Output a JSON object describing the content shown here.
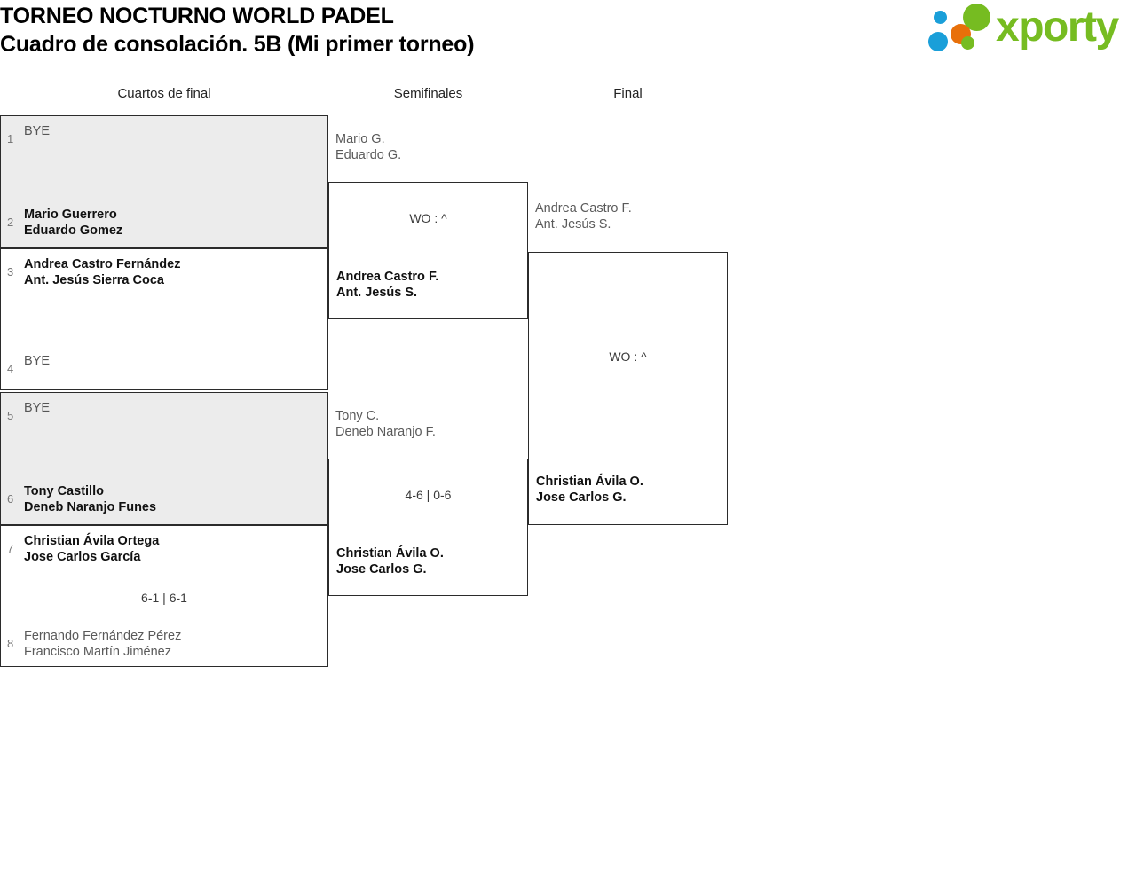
{
  "header": {
    "title_line1": "TORNEO NOCTURNO WORLD PADEL",
    "title_line2": "Cuadro de consolación. 5B (Mi primer torneo)",
    "logo_text": "xporty",
    "logo_colors": {
      "green": "#76bc21",
      "blue": "#1a9fd9",
      "orange": "#e8700a"
    }
  },
  "rounds": [
    {
      "label": "Cuartos de final"
    },
    {
      "label": "Semifinales"
    },
    {
      "label": "Final"
    }
  ],
  "bracket": {
    "round1": [
      {
        "match_id": "r1-m1",
        "score": "",
        "shaded": true,
        "entries": [
          {
            "seed": "1",
            "line1": "BYE",
            "line2": "",
            "state": "bye"
          },
          {
            "seed": "2",
            "line1": "Mario Guerrero",
            "line2": "Eduardo Gomez",
            "state": "winner"
          }
        ]
      },
      {
        "match_id": "r1-m2",
        "score": "",
        "shaded": false,
        "entries": [
          {
            "seed": "3",
            "line1": "Andrea Castro Fernández",
            "line2": "Ant. Jesús Sierra Coca",
            "state": "winner"
          },
          {
            "seed": "4",
            "line1": "BYE",
            "line2": "",
            "state": "bye"
          }
        ]
      },
      {
        "match_id": "r1-m3",
        "score": "",
        "shaded": true,
        "entries": [
          {
            "seed": "5",
            "line1": "BYE",
            "line2": "",
            "state": "bye"
          },
          {
            "seed": "6",
            "line1": "Tony Castillo",
            "line2": "Deneb Naranjo Funes",
            "state": "winner"
          }
        ]
      },
      {
        "match_id": "r1-m4",
        "score": "6-1 | 6-1",
        "shaded": false,
        "entries": [
          {
            "seed": "7",
            "line1": "Christian Ávila Ortega",
            "line2": "Jose Carlos García",
            "state": "winner"
          },
          {
            "seed": "8",
            "line1": "Fernando Fernández Pérez",
            "line2": "Francisco Martín Jiménez",
            "state": "loser"
          }
        ]
      }
    ],
    "round2": [
      {
        "match_id": "r2-m1",
        "score": "WO : ^",
        "entries": [
          {
            "line1": "Mario G.",
            "line2": "Eduardo G.",
            "state": "loser"
          },
          {
            "line1": "Andrea Castro F.",
            "line2": "Ant. Jesús S.",
            "state": "winner"
          }
        ]
      },
      {
        "match_id": "r2-m2",
        "score": "4-6 | 0-6",
        "entries": [
          {
            "line1": "Tony C.",
            "line2": "Deneb Naranjo F.",
            "state": "loser"
          },
          {
            "line1": "Christian Ávila O.",
            "line2": "Jose Carlos G.",
            "state": "winner"
          }
        ]
      }
    ],
    "round3": [
      {
        "match_id": "r3-m1",
        "score": "WO : ^",
        "entries": [
          {
            "line1": "Andrea Castro F.",
            "line2": "Ant. Jesús S.",
            "state": "loser"
          },
          {
            "line1": "Christian Ávila O.",
            "line2": "Jose Carlos G.",
            "state": "winner"
          }
        ]
      }
    ]
  }
}
